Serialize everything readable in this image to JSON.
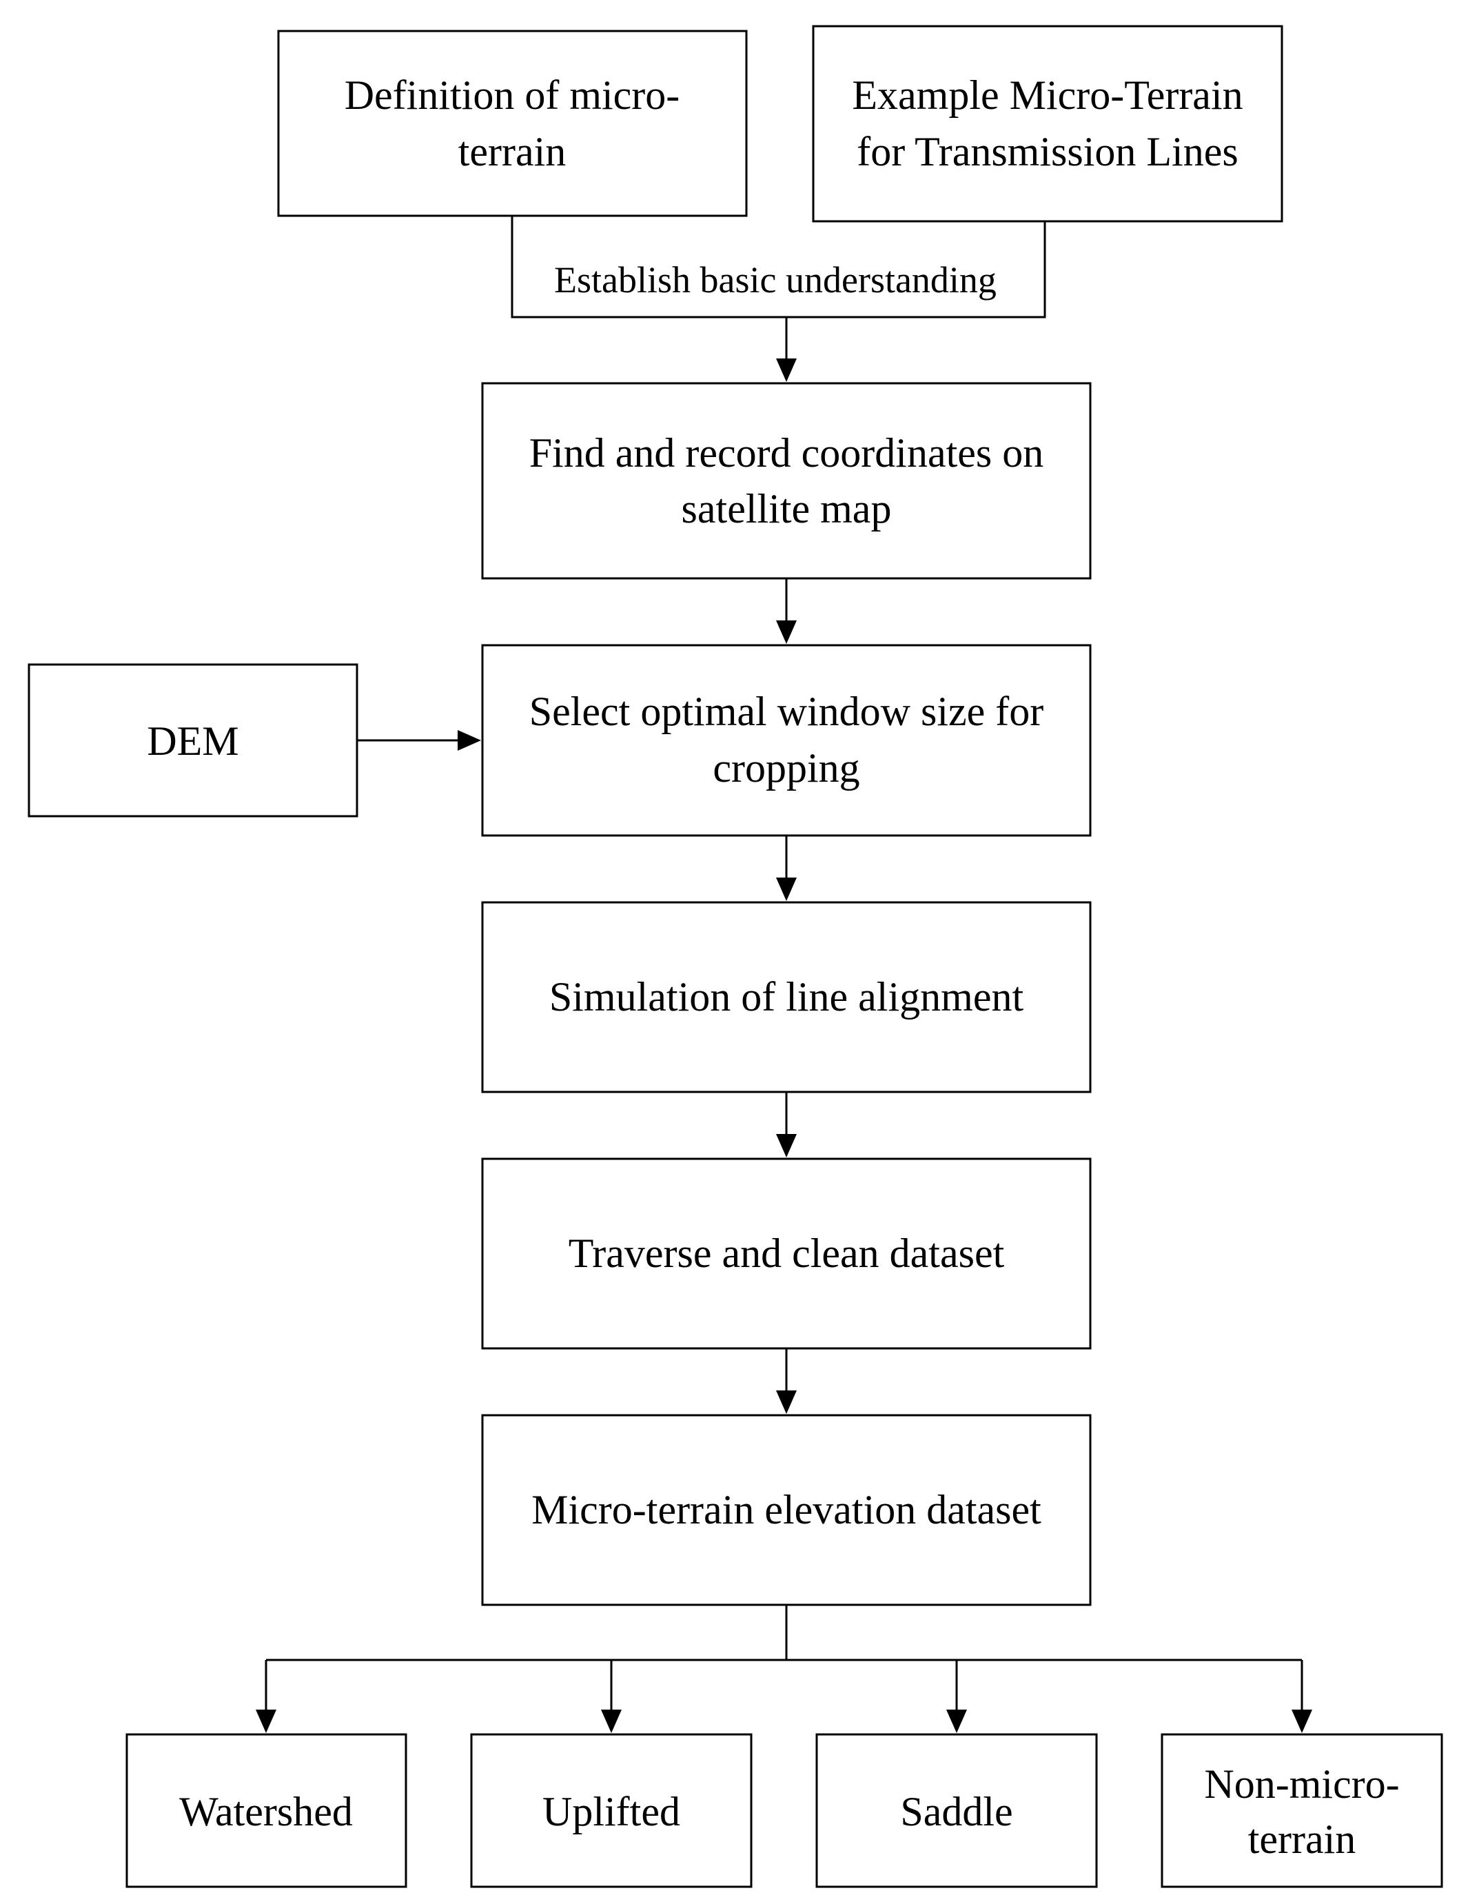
{
  "diagram": {
    "nodes": {
      "definition": {
        "lines": [
          "Definition of micro-",
          "terrain"
        ]
      },
      "example": {
        "lines": [
          "Example Micro-Terrain",
          "for Transmission Lines"
        ]
      },
      "establish": {
        "lines": [
          "Establish basic understanding"
        ]
      },
      "find": {
        "lines": [
          "Find and record coordinates on",
          "satellite map"
        ]
      },
      "dem": {
        "lines": [
          "DEM"
        ]
      },
      "select": {
        "lines": [
          "Select optimal window size for",
          "cropping"
        ]
      },
      "simulation": {
        "lines": [
          "Simulation of line alignment"
        ]
      },
      "traverse": {
        "lines": [
          "Traverse and clean dataset"
        ]
      },
      "dataset": {
        "lines": [
          "Micro-terrain elevation dataset"
        ]
      },
      "watershed": {
        "lines": [
          "Watershed"
        ]
      },
      "uplifted": {
        "lines": [
          "Uplifted"
        ]
      },
      "saddle": {
        "lines": [
          "Saddle"
        ]
      },
      "non_micro": {
        "lines": [
          "Non-micro-",
          "terrain"
        ]
      }
    }
  }
}
